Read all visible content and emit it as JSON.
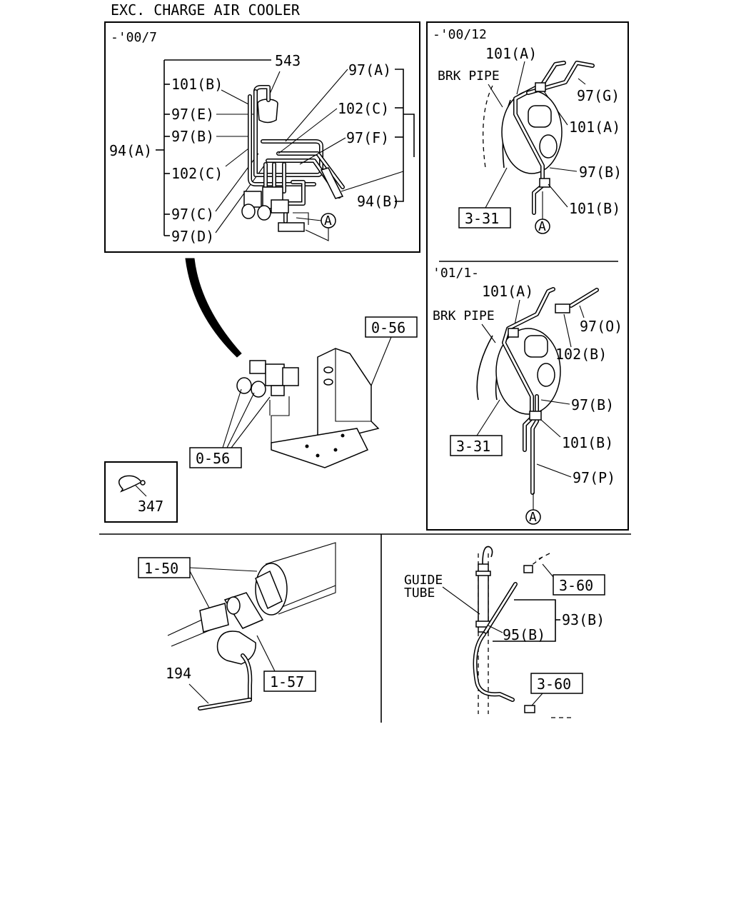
{
  "header": {
    "title": "EXC. CHARGE AIR COOLER"
  },
  "panel_top_left": {
    "date": "-'00/7",
    "labels": {
      "p543": "543",
      "p101b": "101(B)",
      "p97e": "97(E)",
      "p97b": "97(B)",
      "p94a": "94(A)",
      "p102c_left": "102(C)",
      "p97c": "97(C)",
      "p97d": "97(D)",
      "p97a": "97(A)",
      "p102c_right": "102(C)",
      "p97f": "97(F)",
      "p94b": "94(B)",
      "circle_a": "A"
    }
  },
  "panel_top_right": {
    "date": "-'00/12",
    "labels": {
      "p101a_top": "101(A)",
      "brk_pipe": "BRK PIPE",
      "p97g": "97(G)",
      "p101a_mid": "101(A)",
      "p97b": "97(B)",
      "p101b": "101(B)",
      "ref_331": "3-31",
      "circle_a": "A"
    }
  },
  "panel_mid_right": {
    "date": "'01/1-",
    "labels": {
      "p101a": "101(A)",
      "brk_pipe": "BRK PIPE",
      "p97o": "97(O)",
      "p102b": "102(B)",
      "p97b": "97(B)",
      "ref_331": "3-31",
      "p101b": "101(B)",
      "p97p": "97(P)",
      "circle_a": "A"
    }
  },
  "panel_mid_left": {
    "labels": {
      "ref_056_top": "0-56",
      "ref_056_bottom": "0-56"
    }
  },
  "clip_box": {
    "label": "347"
  },
  "panel_bottom_left": {
    "labels": {
      "ref_150": "1-50",
      "ref_157": "1-57",
      "p194": "194"
    }
  },
  "panel_bottom_right": {
    "labels": {
      "guide": "GUIDE",
      "tube": "TUBE",
      "ref_360_top": "3-60",
      "p93b": "93(B)",
      "p95b": "95(B)",
      "ref_360_bottom": "3-60"
    }
  }
}
